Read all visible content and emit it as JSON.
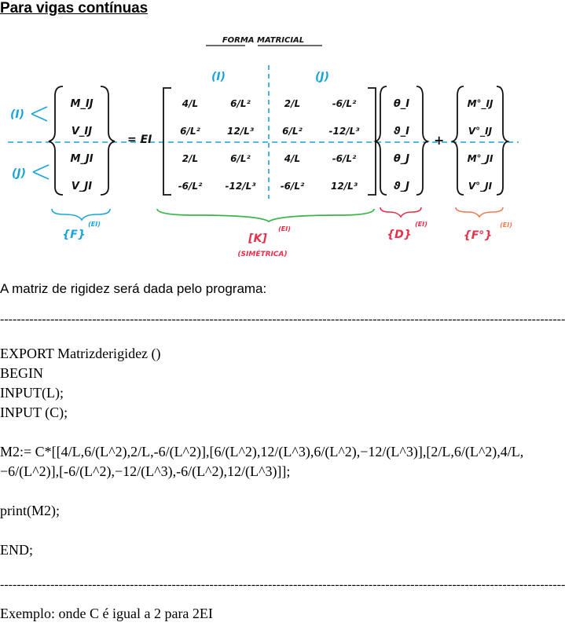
{
  "heading": "Para vigas contínuas",
  "figure": {
    "title": "FORMA MATRICIAL",
    "partition_labels": [
      "(I)",
      "(J)"
    ],
    "row_labels": [
      "(I)",
      "(J)"
    ],
    "force_vector": [
      "M_IJ",
      "V_IJ",
      "M_JI",
      "V_JI"
    ],
    "equals": "= EI",
    "stiffness_matrix": [
      [
        "4/L",
        "6/L²",
        "2/L",
        "-6/L²"
      ],
      [
        "6/L²",
        "12/L³",
        "6/L²",
        "-12/L³"
      ],
      [
        "2/L",
        "6/L²",
        "4/L",
        "-6/L²"
      ],
      [
        "-6/L²",
        "-12/L³",
        "-6/L²",
        "12/L³"
      ]
    ],
    "displacement_vector": [
      "θ_I",
      "ϑ_I",
      "θ_J",
      "ϑ_J"
    ],
    "plus": "+",
    "fixed_end_vector": [
      "M°_IJ",
      "V°_IJ",
      "M°_JI",
      "V°_JI"
    ],
    "labels": {
      "force": "{F}",
      "force_sup": "(EI)",
      "stiffness": "[K]",
      "stiffness_sup": "(EI)",
      "stiffness_note": "(SIMÉTRICA)",
      "displacement": "{D}",
      "displacement_sup": "(EI)",
      "fixed_end": "{F°}",
      "fixed_end_sup": "(EI)"
    },
    "colors": {
      "blue": "#1aa3d9",
      "green": "#3ab54a",
      "red": "#e8304a",
      "orange": "#f07a50",
      "ink": "#111111"
    }
  },
  "intro": "A matriz de rigidez será dada pelo programa:",
  "separator": "-----------------------------------------------------------------------------------------------------------------------------------------------",
  "code_block_1": "EXPORT Matrizderigidez ()\nBEGIN\nINPUT(L);\nINPUT (C);\n\nM2:= C*[[4/L,6/(L^2),2/L,-6/(L^2)],[6/(L^2),12/(L^3),6/(L^2),−12/(L^3)],[2/L,6/(L^2),4/L,−6/(L^2)],[-6/(L^2),−12/(L^3),-6/(L^2),12/(L^3)]];\n\nprint(M2);\n\nEND;",
  "example": "Exemplo: onde C é igual a 2 para 2EI"
}
